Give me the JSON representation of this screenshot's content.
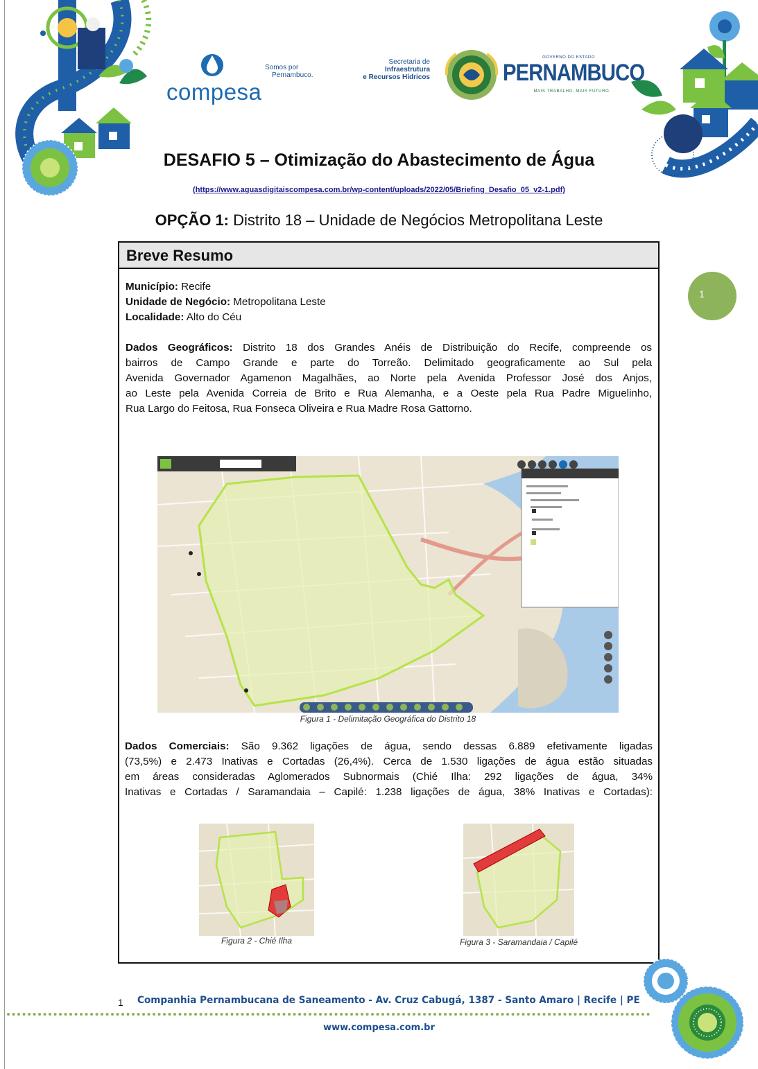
{
  "header": {
    "compesa_wordmark": "compesa",
    "slogan_lines": [
      "Somos por",
      "Pernambuco."
    ],
    "secretaria_lines": [
      "Secretaria de",
      "Infraestrutura",
      "e Recursos Hídricos"
    ],
    "pe_top": "GOVERNO DO ESTADO",
    "pe_word": "PERNAMBUCO",
    "pe_slogan": "MAIS TRABALHO, MAIS FUTURO."
  },
  "title": "DESAFIO 5 – Otimização do Abastecimento de Água",
  "link": "(https://www.aguasdigitaiscompesa.com.br/wp-content/uploads/2022/05/Briefing_Desafio_05_v2-1.pdf)",
  "option": {
    "label": "OPÇÃO 1:",
    "text": " Distrito 18 – Unidade de Negócios Metropolitana Leste"
  },
  "box": {
    "header": "Breve Resumo",
    "fields": [
      {
        "label": "Município:",
        "value": " Recife"
      },
      {
        "label": "Unidade de Negócio:",
        "value": " Metropolitana Leste"
      },
      {
        "label": "Localidade:",
        "value": " Alto do Céu"
      }
    ],
    "geo": {
      "label": "Dados Geográficos:",
      "lines": [
        " Distrito 18 dos Grandes Anéis de Distribuição do Recife, compreende os",
        "bairros de Campo Grande e parte do Torreão. Delimitado geograficamente ao Sul pela",
        "Avenida Governador Agamenon Magalhães, ao Norte pela Avenida Professor José dos Anjos,",
        "ao Leste pela Avenida Correia de Brito e Rua Alemanha, e a Oeste pela Rua Padre Miguelinho,",
        "Rua Largo do Feitosa, Rua Fonseca Oliveira e Rua Madre Rosa Gattorno."
      ]
    },
    "fig1_caption": "Figura 1 - Delimitação Geográfica do Distrito 18",
    "com": {
      "label": "Dados Comerciais:",
      "lines": [
        " São 9.362 ligações de água, sendo dessas 6.889 efetivamente ligadas",
        "(73,5%) e 2.473 Inativas e Cortadas (26,4%). Cerca de 1.530 ligações de água estão situadas",
        "em áreas consideradas Aglomerados Subnormais (Chié Ilha: 292 ligações de água, 34%",
        "Inativas e Cortadas / Saramandaia – Capilé: 1.238 ligações de água, 38% Inativas e Cortadas):"
      ]
    },
    "fig2_caption": "Figura 2 - Chié Ilha",
    "fig3_caption": "Figura 3 - Saramandaia / Capilé"
  },
  "comment_marker": "1",
  "footer": {
    "page_number": "1",
    "address": "Companhia Pernambucana de Saneamento - Av. Cruz Cabugá, 1387 - Santo Amaro | Recife | PE",
    "url": "www.compesa.com.br"
  },
  "colors": {
    "brand_blue": "#1d4f8c",
    "brand_green": "#8db45a",
    "district_outline": "#b6e24a"
  }
}
